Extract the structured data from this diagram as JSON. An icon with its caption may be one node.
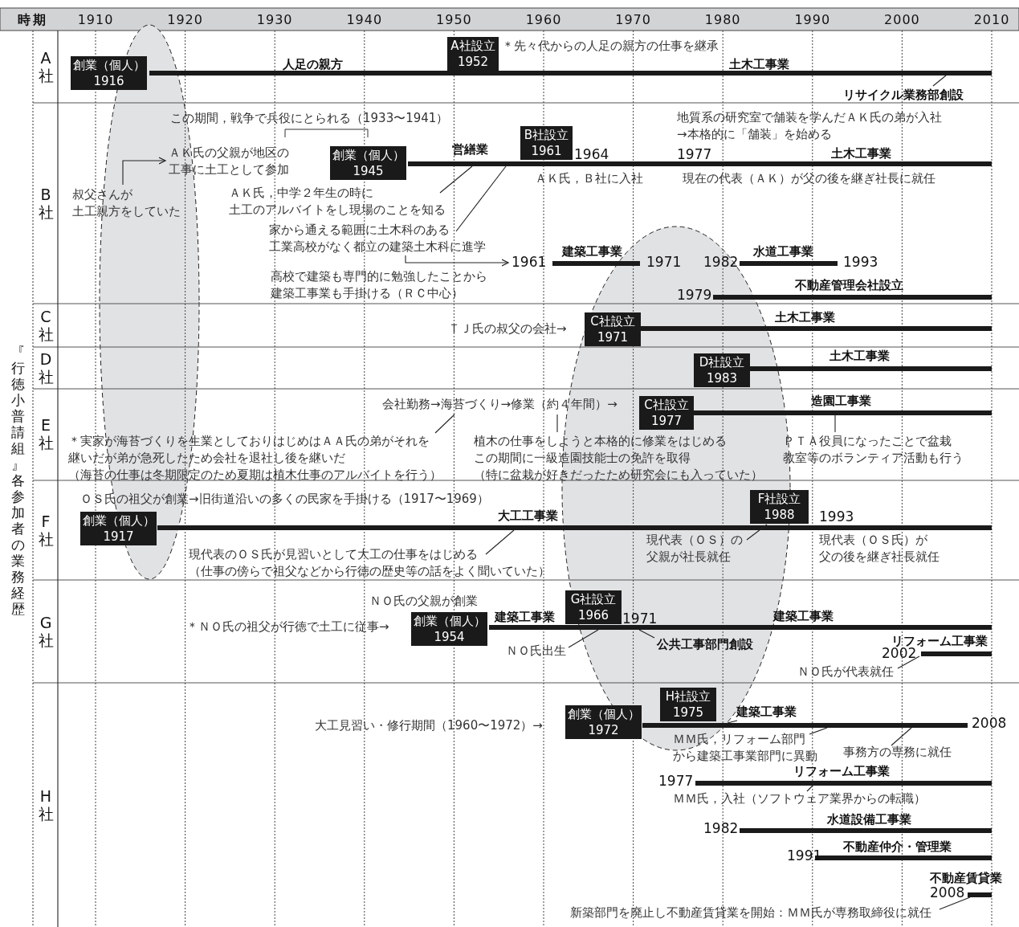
{
  "diagram": {
    "title": "『行徳小普請組』各参加者の業務経歴",
    "nodes": [
      {
        "text": [
          "創業（個人）",
          "1916"
        ]
      },
      {
        "text": [
          "A社設立",
          "1952"
        ]
      },
      {
        "text": [
          "リサイクル業務部創設"
        ]
      },
      {
        "text": [
          "叔父さんが土工親方をしていた"
        ]
      },
      {
        "text": [
          "ＡＫ氏の父親が地区の工事に土工として参加"
        ]
      },
      {
        "text": [
          "創業（個人）",
          "1945"
        ]
      },
      {
        "text": [
          "ＡＫ氏，中学２年生の時に土工のアルバイトをし現場のことを知る"
        ]
      },
      {
        "text": [
          "家から通える範囲に土木科のある工業高校がなく都立の建築土木科に進学"
        ]
      },
      {
        "text": [
          "1961"
        ]
      },
      {
        "text": [
          "B社設立",
          "1961"
        ]
      },
      {
        "text": [
          "C社設立",
          "1971"
        ]
      },
      {
        "text": [
          "D社設立",
          "1983"
        ]
      },
      {
        "text": [
          "会社勤務→海苔づくり→修業（約４年間）→"
        ]
      },
      {
        "text": [
          "C社設立",
          "1977"
        ]
      },
      {
        "text": [
          "＊実家が海苔づくりを生業としておりはじめはＡＡ氏の弟がそれを継いだが弟が急死したため会社を退社し後を継いだ",
          "（海苔の仕事は冬期限定のため夏期は植木仕事のアルバイトを行う）"
        ]
      },
      {
        "text": [
          "植木の仕事をしようと本格的に修業をはじめる",
          "この期間に一級造園技能士の免許を取得",
          "（特に盆栽が好きだったため研究会にも入っていた）"
        ]
      },
      {
        "text": [
          "ＰＴＡ役員になったことで盆栽教室等のボランティア活動も行う"
        ]
      },
      {
        "text": [
          "創業（個人）",
          "1917"
        ]
      },
      {
        "text": [
          "F社設立",
          "1988"
        ]
      },
      {
        "text": [
          "現代表のＯＳ氏が見習いとして大工の仕事をはじめる",
          "（仕事の傍らで祖父などから行徳の歴史等の話をよく聞いていた）"
        ]
      },
      {
        "text": [
          "現代表（ＯＳ）の父親が社長就任"
        ]
      },
      {
        "text": [
          "創業（個人）",
          "1954"
        ]
      },
      {
        "text": [
          "G社設立",
          "1966"
        ]
      },
      {
        "text": [
          "ＮＯ氏出生"
        ]
      },
      {
        "text": [
          "公共工事部門創設"
        ]
      },
      {
        "text": [
          "ＮＯ氏が代表就任"
        ]
      },
      {
        "text": [
          "H社設立",
          "1975"
        ]
      },
      {
        "text": [
          "創業（個人）",
          "1972"
        ]
      },
      {
        "text": [
          "建築工事業"
        ]
      },
      {
        "text": [
          "ＭＭ氏，リフォーム部門から建築工事業部門に異動"
        ]
      },
      {
        "text": [
          "事務方の専務に就任"
        ]
      },
      {
        "text": [
          "ＭＭ氏，入社（ソフトウェア業界からの転職）"
        ]
      },
      {
        "text": [
          "新築部門を廃止し不動産賃貸業を開始：ＭＭ氏が専務取締役に就任"
        ]
      },
      {
        "text": [],
        "shape": "bar"
      },
      {
        "text": [],
        "shape": "bar"
      },
      {
        "text": [],
        "shape": "bar",
        "beside": [
          "1971"
        ]
      },
      {
        "text": [],
        "shape": "bar",
        "beside": [
          "1982",
          "1993"
        ]
      },
      {
        "text": [],
        "shape": "bar",
        "beside": [
          "1979"
        ]
      },
      {
        "text": [],
        "shape": "bar"
      },
      {
        "text": [],
        "shape": "bar"
      },
      {
        "text": [],
        "shape": "bar"
      },
      {
        "text": [],
        "shape": "bar"
      },
      {
        "text": [],
        "shape": "bar"
      },
      {
        "text": [],
        "shape": "bar",
        "beside": [
          "2002"
        ]
      },
      {
        "text": [],
        "shape": "bar",
        "beside": [
          "2008"
        ]
      },
      {
        "text": [],
        "shape": "bar",
        "beside": [
          "1977"
        ]
      },
      {
        "text": [],
        "shape": "bar",
        "beside": [
          "1982"
        ]
      },
      {
        "text": [],
        "shape": "bar",
        "beside": [
          "1991"
        ]
      },
      {
        "text": [],
        "shape": "bar",
        "beside": [
          "2008"
        ]
      }
    ],
    "edges": [
      {
        "from": 2,
        "to": 33,
        "arrow": "none"
      },
      {
        "from": 3,
        "to": 4,
        "arrow": "to"
      },
      {
        "from": 6,
        "to": 34,
        "arrow": "none"
      },
      {
        "from": 7,
        "to": 34,
        "arrow": "none"
      },
      {
        "from": 7,
        "to": 8,
        "arrow": "to"
      },
      {
        "from": 14,
        "to": 12,
        "arrow": "none"
      },
      {
        "from": 12,
        "to": 15,
        "arrow": "none"
      },
      {
        "from": 16,
        "to": 40,
        "arrow": "none"
      },
      {
        "from": 19,
        "to": 41,
        "arrow": "none"
      },
      {
        "from": 20,
        "to": 18,
        "arrow": "none"
      },
      {
        "from": 23,
        "to": 42,
        "arrow": "none"
      },
      {
        "from": 24,
        "to": 42,
        "arrow": "none"
      },
      {
        "from": 25,
        "to": 43,
        "arrow": "none"
      },
      {
        "from": 28,
        "to": 44,
        "arrow": "none"
      },
      {
        "from": 29,
        "to": 44,
        "arrow": "none"
      },
      {
        "from": 30,
        "to": 44,
        "arrow": "none"
      },
      {
        "from": 31,
        "to": 45,
        "arrow": "none"
      },
      {
        "from": 32,
        "to": 48,
        "arrow": "none"
      }
    ],
    "labels": [
      "時期",
      "1910",
      "1920",
      "1930",
      "1940",
      "1950",
      "1960",
      "1970",
      "1980",
      "1990",
      "2000",
      "2010",
      "A社",
      "B社",
      "C社",
      "D社",
      "E社",
      "F社",
      "G社",
      "H社",
      "＊先々代からの人足の親方の仕事を継承",
      "人足の親方",
      "土木工事業",
      "この期間，戦争で兵役にとられる（1933〜1941）",
      "地質系の研究室で舗装を学んだＡＫ氏の弟が入社→本格的に「舗装」を始める",
      "営繕業",
      "1964",
      "1977",
      "土木工事業",
      "ＡＫ氏，Ｂ社に入社",
      "現在の代表（ＡＫ）が父の後を継ぎ社長に就任",
      "建築工事業",
      "水道工事業",
      "高校で建築も専門的に勉強したことから建築工事業も手掛ける（ＲＣ中心）",
      "不動産管理会社設立",
      "ＴＪ氏の叔父の会社→",
      "土木工事業",
      "土木工事業",
      "造園工事業",
      "ＯＳ氏の祖父が創業→旧街道沿いの多くの民家を手掛ける（1917〜1969）",
      "大工工事業",
      "1993",
      "現代表（ＯＳ氏）が父の後を継ぎ社長就任",
      "ＮＯ氏の父親が創業",
      "＊ＮＯ氏の祖父が行徳で土工に従事→",
      "建築工事業",
      "1971",
      "建築工事業",
      "リフォーム工事業",
      "大工見習い・修行期間（1960〜1972）→",
      "リフォーム工事業",
      "水道設備工事業",
      "不動産仲介・管理業",
      "不動産賃貸業"
    ]
  }
}
